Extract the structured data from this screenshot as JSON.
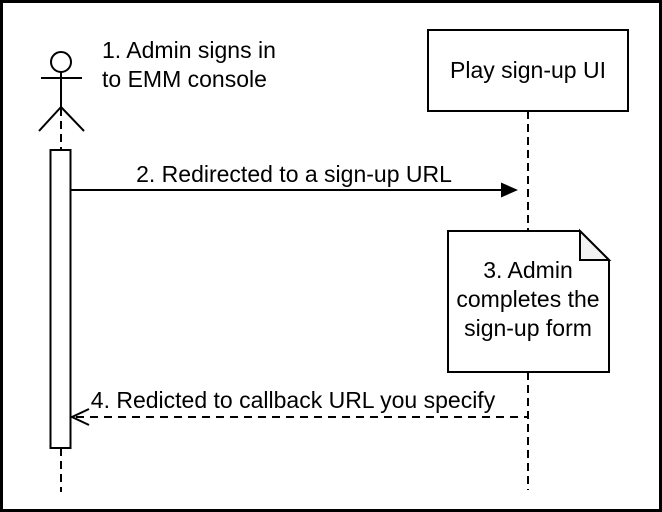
{
  "diagram": {
    "kind": "uml-sequence-diagram",
    "colors": {
      "background": "#ffffff",
      "stroke": "#000000",
      "note_fold": "#f2f2f2"
    },
    "actor": {
      "label_line1": "1. Admin signs in",
      "label_line2": "to EMM console"
    },
    "participant": {
      "label": "Play sign-up UI"
    },
    "messages": {
      "redirect_signup": {
        "label": "2. Redirected to a sign-up URL",
        "style": "solid",
        "direction": "left-to-right"
      },
      "redirect_callback": {
        "label": "4. Redicted to callback URL you specify",
        "style": "dashed",
        "direction": "right-to-left"
      }
    },
    "note": {
      "label_line1": "3. Admin",
      "label_line2": "completes the",
      "label_line3": "sign-up form"
    }
  }
}
